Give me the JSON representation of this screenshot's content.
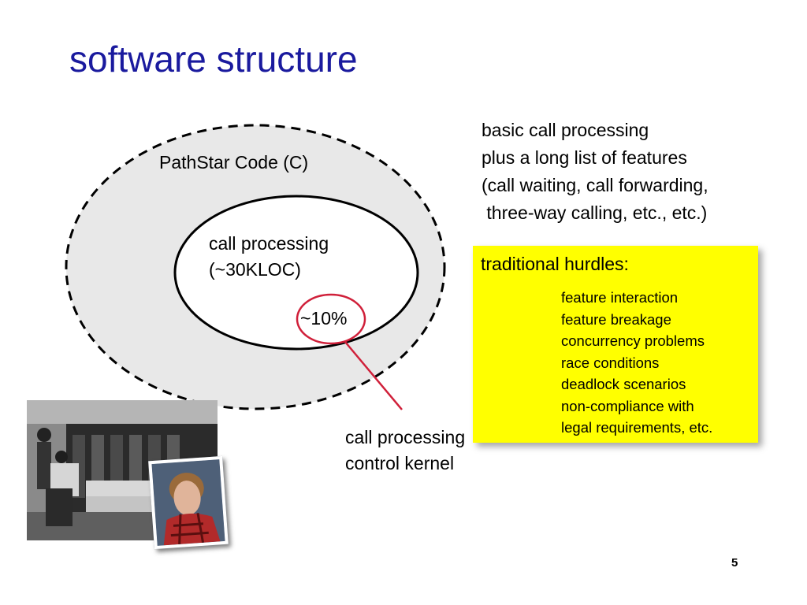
{
  "slide": {
    "title": "software structure",
    "page_number": "5"
  },
  "diagram": {
    "outer_label": "PathStar Code (C)",
    "inner_label_line1": "call processing",
    "inner_label_line2": "(~30KLOC)",
    "kernel_pct": "~10%",
    "kernel_label_line1": "call processing",
    "kernel_label_line2": "control kernel"
  },
  "features_text": "basic call processing\nplus a long list of features\n(call waiting, call forwarding,\n three-way calling, etc., etc.)",
  "hurdles": {
    "title": "traditional hurdles:",
    "items": [
      "feature interaction",
      "feature breakage",
      "concurrency problems",
      "race conditions",
      "deadlock scenarios",
      "non-compliance with",
      "legal requirements, etc."
    ]
  },
  "colors": {
    "title": "#1a1a9e",
    "highlight_circle": "#d0203a",
    "box_fill": "#ffff00",
    "outer_fill": "#e8e8e8"
  }
}
